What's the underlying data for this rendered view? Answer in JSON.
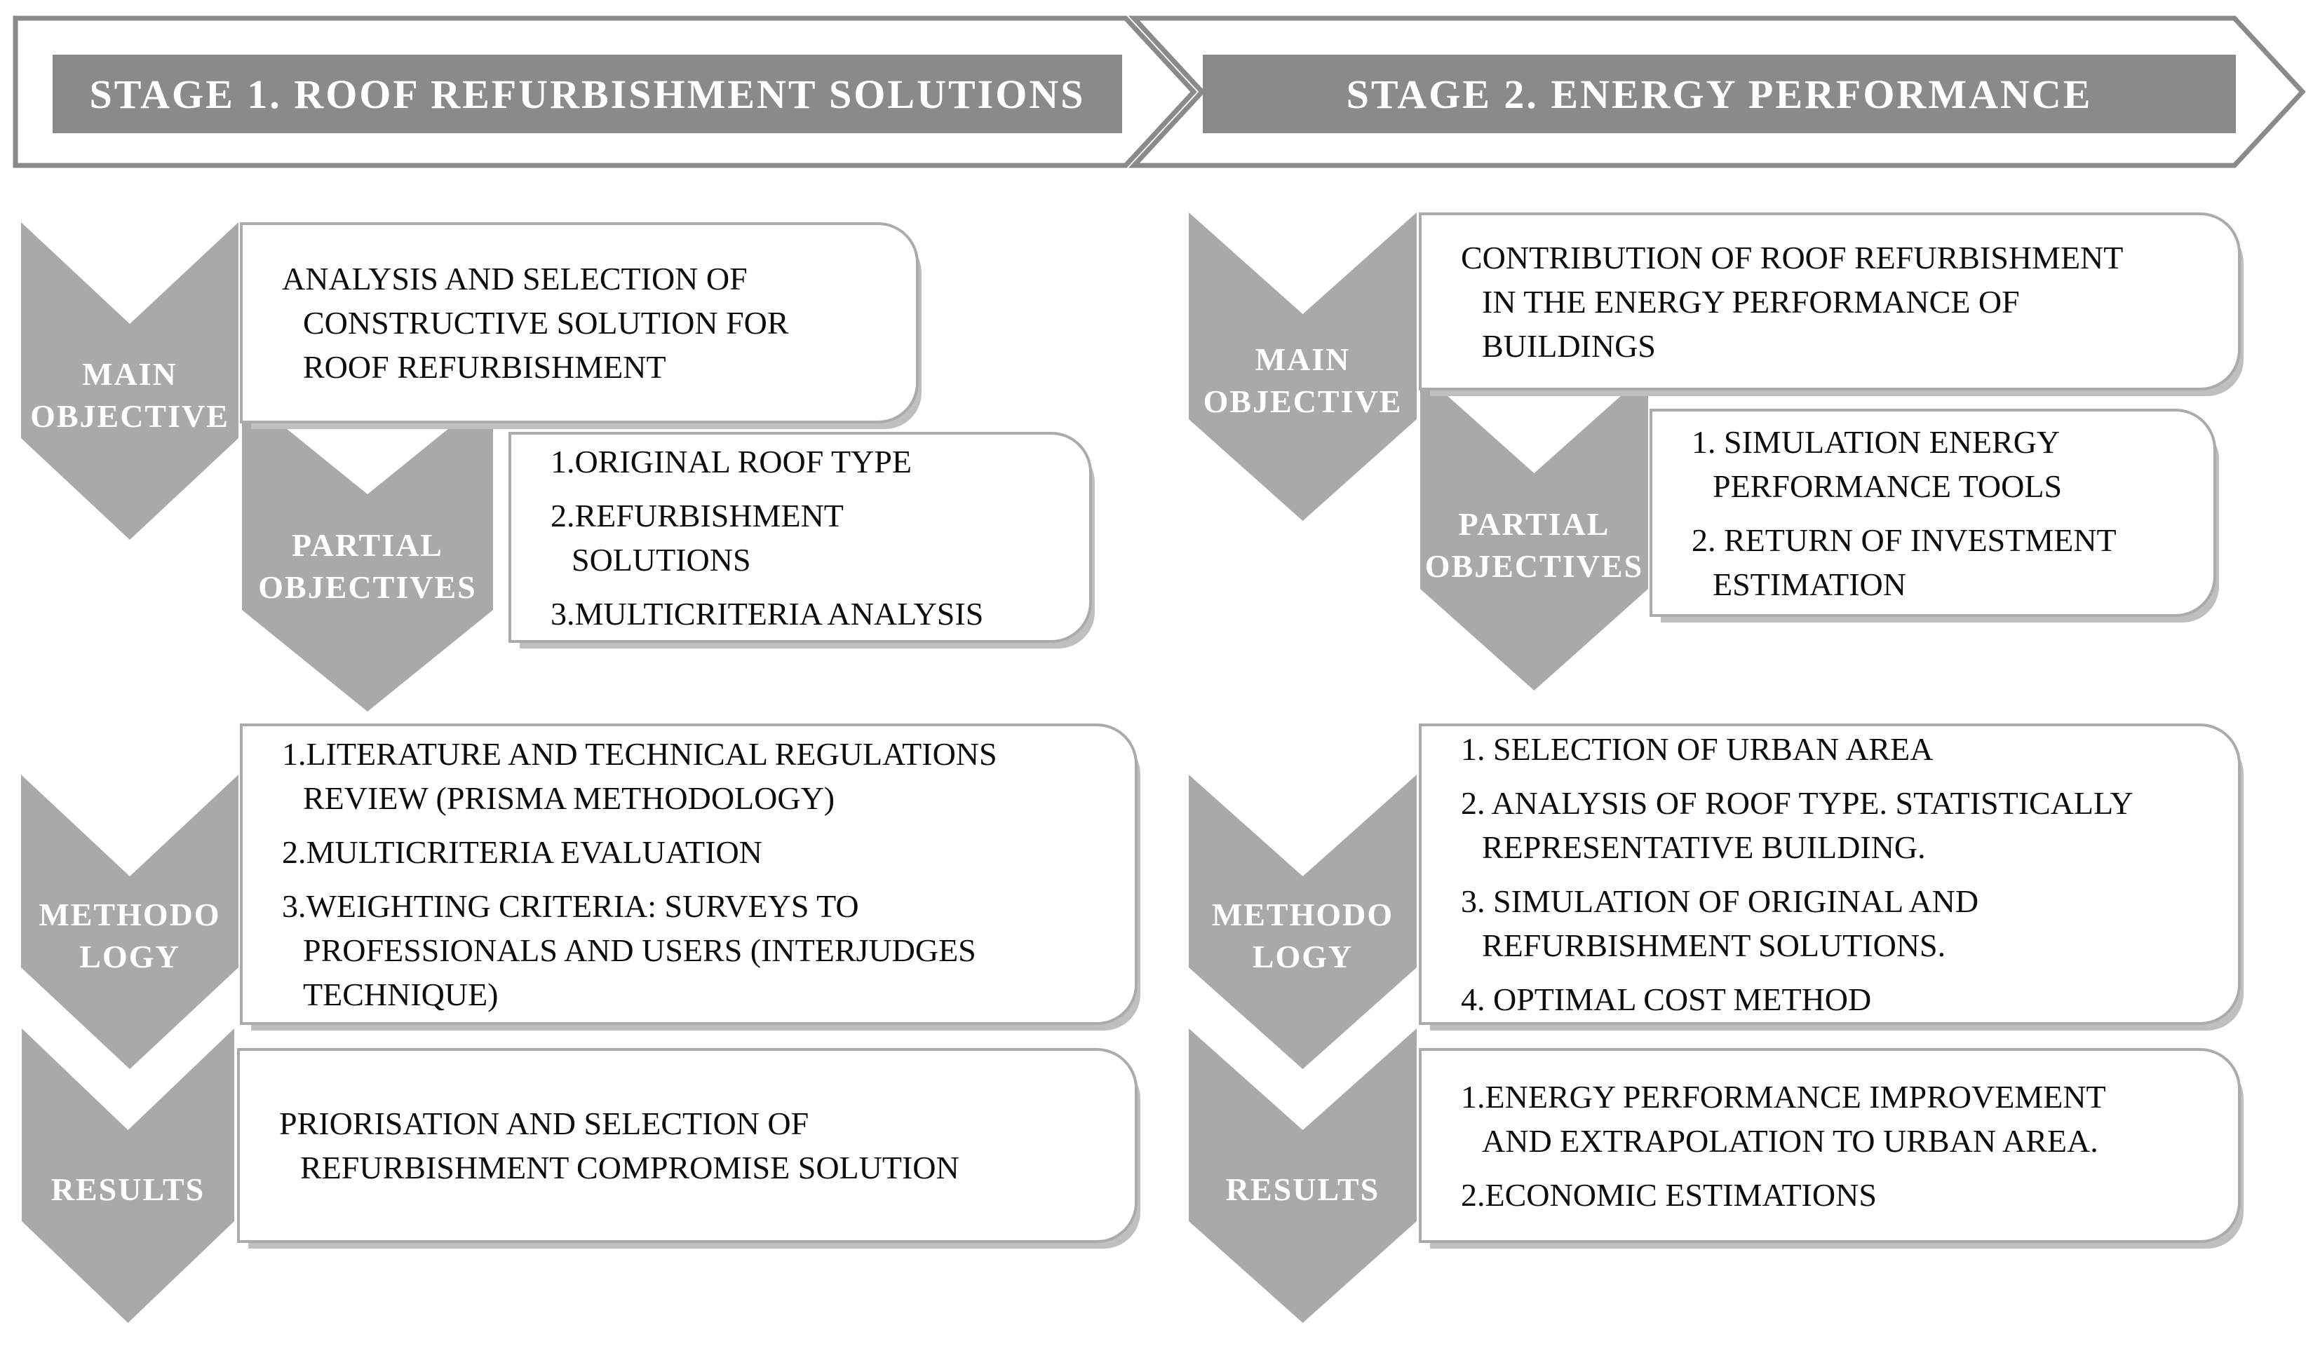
{
  "colors": {
    "page_bg": "#ffffff",
    "chevron_fill": "#a9a9a9",
    "banner_fill": "#8a8a8a",
    "banner_border": "#8a8a8a",
    "box_border": "#ababab",
    "box_shadow": "#bfbfbf",
    "text_color": "#0d0d0d",
    "label_color": "#ffffff"
  },
  "banner": {
    "stage1_label": "STAGE 1. ROOF REFURBISHMENT SOLUTIONS",
    "stage2_label": "STAGE 2. ENERGY PERFORMANCE"
  },
  "stage1": {
    "main_objective": {
      "chevron_label": [
        "MAIN",
        "OBJECTIVE"
      ],
      "box_lines": [
        {
          "t": "ANALYSIS AND SELECTION OF"
        },
        {
          "t": "CONSTRUCTIVE SOLUTION FOR",
          "cont": true
        },
        {
          "t": "ROOF REFURBISHMENT",
          "cont": true
        }
      ]
    },
    "partial_objectives": {
      "chevron_label": [
        "PARTIAL",
        "OBJECTIVES"
      ],
      "box_lines": [
        {
          "t": "1.ORIGINAL ROOF TYPE"
        },
        {
          "t": "2.REFURBISHMENT"
        },
        {
          "t": "SOLUTIONS",
          "cont": true
        },
        {
          "t": "3.MULTICRITERIA ANALYSIS"
        }
      ]
    },
    "methodology": {
      "chevron_label": [
        "METHODO",
        "LOGY"
      ],
      "box_lines": [
        {
          "t": "1.LITERATURE AND TECHNICAL REGULATIONS"
        },
        {
          "t": "REVIEW (PRISMA METHODOLOGY)",
          "cont": true
        },
        {
          "t": "2.MULTICRITERIA EVALUATION"
        },
        {
          "t": "3.WEIGHTING CRITERIA: SURVEYS TO"
        },
        {
          "t": "PROFESSIONALS AND USERS (INTERJUDGES",
          "cont": true
        },
        {
          "t": "TECHNIQUE)",
          "cont": true
        }
      ]
    },
    "results": {
      "chevron_label": [
        "RESULTS"
      ],
      "box_lines": [
        {
          "t": "PRIORISATION AND SELECTION OF"
        },
        {
          "t": "REFURBISHMENT COMPROMISE SOLUTION",
          "cont": true
        }
      ]
    }
  },
  "stage2": {
    "main_objective": {
      "chevron_label": [
        "MAIN",
        "OBJECTIVE"
      ],
      "box_lines": [
        {
          "t": "CONTRIBUTION OF ROOF REFURBISHMENT"
        },
        {
          "t": "IN THE ENERGY PERFORMANCE OF",
          "cont": true
        },
        {
          "t": "BUILDINGS",
          "cont": true
        }
      ]
    },
    "partial_objectives": {
      "chevron_label": [
        "PARTIAL",
        "OBJECTIVES"
      ],
      "box_lines": [
        {
          "t": "1. SIMULATION ENERGY"
        },
        {
          "t": "PERFORMANCE TOOLS",
          "cont": true
        },
        {
          "t": "2. RETURN OF INVESTMENT"
        },
        {
          "t": "ESTIMATION",
          "cont": true
        }
      ]
    },
    "methodology": {
      "chevron_label": [
        "METHODO",
        "LOGY"
      ],
      "box_lines": [
        {
          "t": "1. SELECTION OF URBAN AREA"
        },
        {
          "t": "2. ANALYSIS OF ROOF TYPE. STATISTICALLY"
        },
        {
          "t": "REPRESENTATIVE BUILDING.",
          "cont": true
        },
        {
          "t": "3. SIMULATION OF ORIGINAL AND"
        },
        {
          "t": "REFURBISHMENT SOLUTIONS.",
          "cont": true
        },
        {
          "t": "4. OPTIMAL COST METHOD"
        }
      ]
    },
    "results": {
      "chevron_label": [
        "RESULTS"
      ],
      "box_lines": [
        {
          "t": "1.ENERGY PERFORMANCE IMPROVEMENT"
        },
        {
          "t": "AND EXTRAPOLATION TO URBAN AREA.",
          "cont": true
        },
        {
          "t": "2.ECONOMIC ESTIMATIONS"
        }
      ]
    }
  }
}
